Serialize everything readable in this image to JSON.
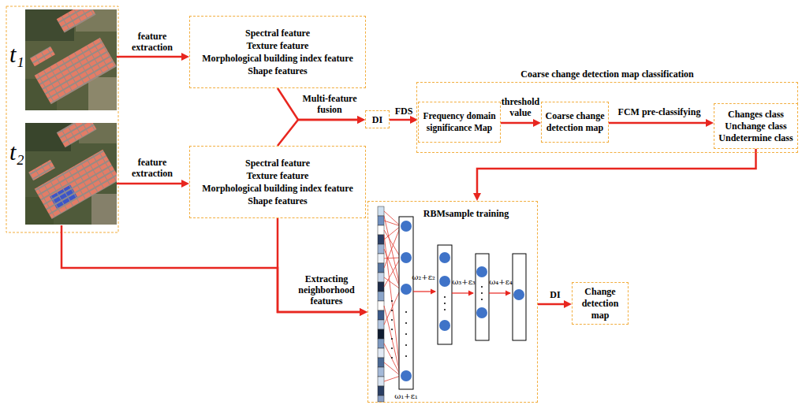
{
  "diagram": {
    "nodes": [
      {
        "text": [
          "t₁"
        ]
      },
      {
        "text": [
          "t₂"
        ]
      },
      {
        "text": [
          "Spectral feature",
          "Texture feature",
          "Morphological building index feature",
          "Shape features"
        ]
      },
      {
        "text": [
          "Spectral feature",
          "Texture feature",
          "Morphological building index feature",
          "Shape features"
        ]
      },
      {
        "text": [
          "DI"
        ]
      },
      {
        "text": [
          "Coarse change detection map classification"
        ]
      },
      {
        "text": [
          "Frequency domain significance Map"
        ],
        "in": 5
      },
      {
        "text": [
          "Coarse change detection map"
        ],
        "in": 5
      },
      {
        "text": [
          "Changes class",
          "Unchange class",
          "Undetermine class"
        ],
        "in": 5
      },
      {
        "text": [
          "RBMsample training"
        ]
      },
      {
        "text": [
          "Change detection map"
        ]
      }
    ],
    "edges": [
      {
        "from": 0,
        "to": 2,
        "label": "feature extraction",
        "arrow": "to"
      },
      {
        "from": 1,
        "to": 3,
        "label": "feature extraction",
        "arrow": "to"
      },
      {
        "from": 2,
        "to": 4,
        "label": "Multi-feature fusion",
        "arrow": "to"
      },
      {
        "from": 3,
        "to": 4,
        "arrow": "to"
      },
      {
        "from": 4,
        "to": 6,
        "label": "FDS",
        "arrow": "to"
      },
      {
        "from": 6,
        "to": 7,
        "label": "threshold value",
        "arrow": "to"
      },
      {
        "from": 7,
        "to": 8,
        "label": "FCM pre-classifying",
        "arrow": "to"
      },
      {
        "from": 8,
        "to": 9,
        "arrow": "to"
      },
      {
        "from": 3,
        "to": 9,
        "label": "Extracting neighborhood features",
        "arrow": "to"
      },
      {
        "from": 1,
        "to": 9,
        "arrow": "to"
      },
      {
        "from": 9,
        "to": 10,
        "label": "DI",
        "arrow": "to"
      }
    ],
    "labels": [
      "ω₂+ε₂",
      "ω₃+ε₃",
      "ω₄+ε₄",
      "ω₁+ε₁"
    ]
  }
}
